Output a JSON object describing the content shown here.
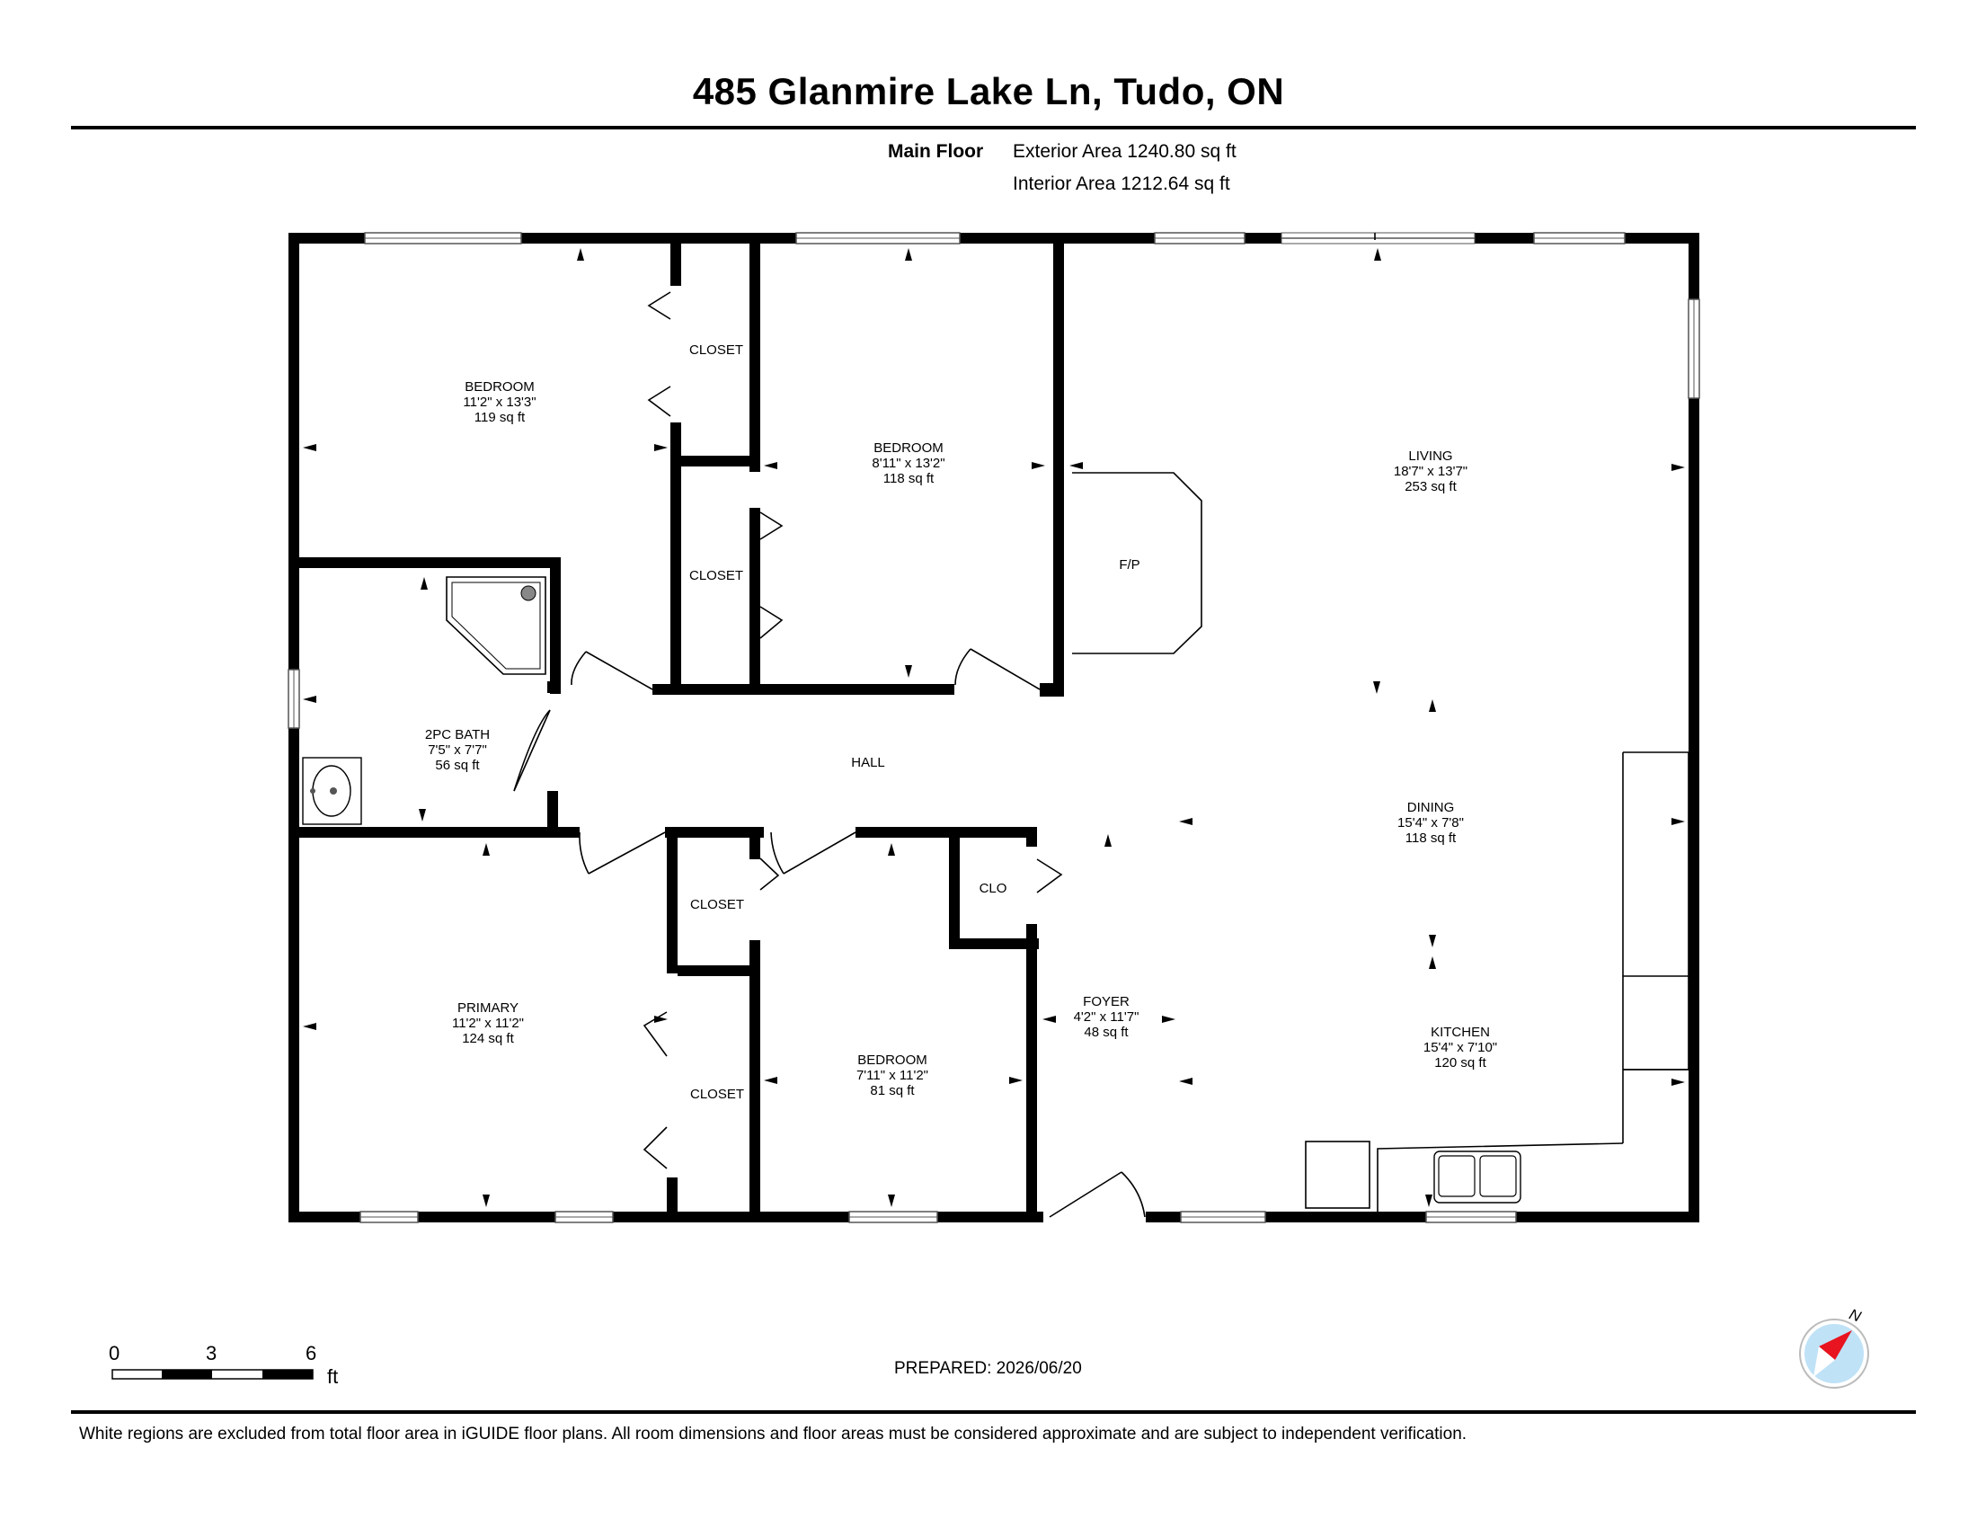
{
  "header": {
    "title": "485 Glanmire Lake Ln, Tudo, ON",
    "floor_name": "Main Floor",
    "exterior_area": "Exterior Area 1240.80 sq ft",
    "interior_area": "Interior Area 1212.64 sq ft"
  },
  "rooms": {
    "bedroom1": {
      "name": "BEDROOM",
      "dims": "11'2\" x 13'3\"",
      "area": "119 sq ft"
    },
    "bedroom2": {
      "name": "BEDROOM",
      "dims": "8'11\" x 13'2\"",
      "area": "118 sq ft"
    },
    "living": {
      "name": "LIVING",
      "dims": "18'7\" x 13'7\"",
      "area": "253 sq ft"
    },
    "bath": {
      "name": "2PC BATH",
      "dims": "7'5\" x 7'7\"",
      "area": "56 sq ft"
    },
    "hall": {
      "name": "HALL"
    },
    "dining": {
      "name": "DINING",
      "dims": "15'4\" x 7'8\"",
      "area": "118 sq ft"
    },
    "primary": {
      "name": "PRIMARY",
      "dims": "11'2\" x 11'2\"",
      "area": "124 sq ft"
    },
    "bedroom3": {
      "name": "BEDROOM",
      "dims": "7'11\" x 11'2\"",
      "area": "81 sq ft"
    },
    "foyer": {
      "name": "FOYER",
      "dims": "4'2\" x 11'7\"",
      "area": "48 sq ft"
    },
    "kitchen": {
      "name": "KITCHEN",
      "dims": "15'4\" x 7'10\"",
      "area": "120 sq ft"
    },
    "fireplace": {
      "name": "F/P"
    },
    "closet1": {
      "name": "CLOSET"
    },
    "closet2": {
      "name": "CLOSET"
    },
    "closet3": {
      "name": "CLOSET"
    },
    "closet4": {
      "name": "CLOSET"
    },
    "clo": {
      "name": "CLO"
    }
  },
  "scale": {
    "tick0": "0",
    "tick1": "3",
    "tick2": "6",
    "unit": "ft"
  },
  "compass": {
    "label": "N",
    "accent": "#e8141f",
    "dial": "#bfe2f7"
  },
  "footer": {
    "prepared": "PREPARED: 2026/06/20",
    "disclaimer": "White regions are excluded from total floor area in iGUIDE floor plans. All room dimensions and floor areas must be considered approximate and are subject to independent verification."
  }
}
